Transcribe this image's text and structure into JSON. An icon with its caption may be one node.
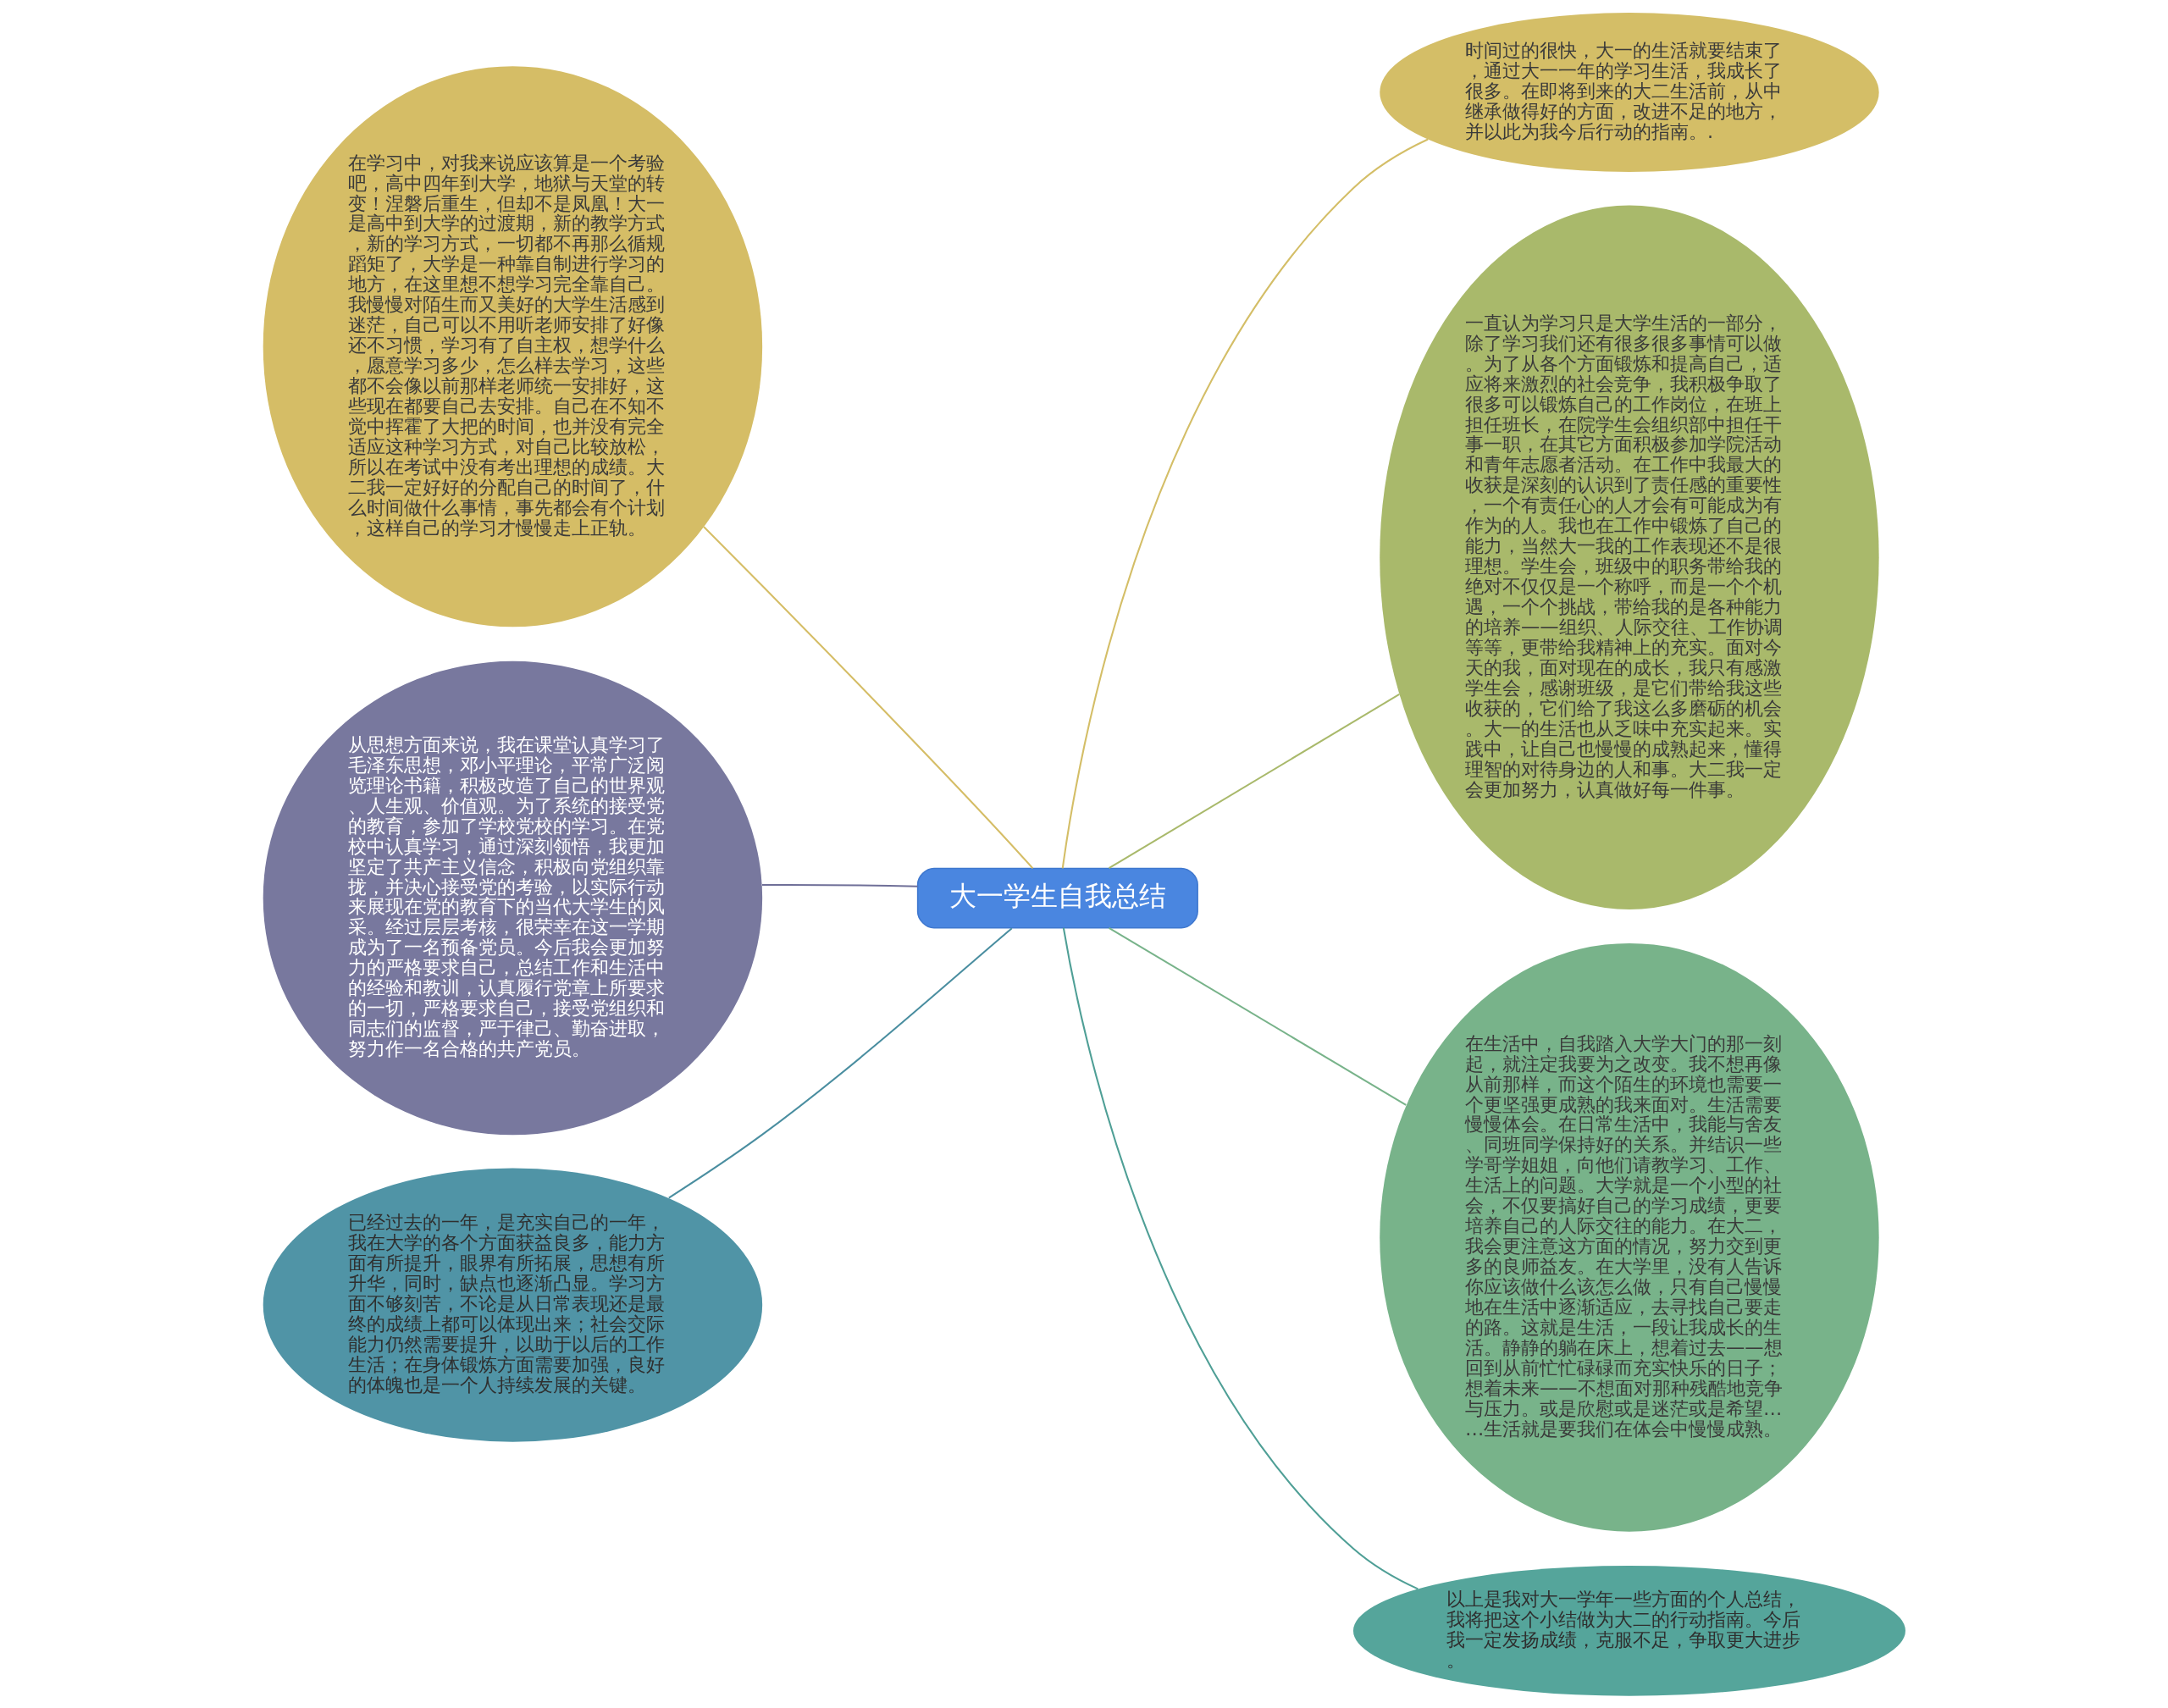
{
  "diagram": {
    "nodes": [
      {
        "text": [
          "大一学生自我总结"
        ]
      },
      {
        "text": [
          "时间过的很快，大一的生活就要结束了，通过大一一年的学习生活，我成长了很多。在即将到来的大二生活前，从中继承做得好的方面，改进不足的地方，并以此为我今后行动的指南。."
        ]
      },
      {
        "text": [
          "一直认为学习只是大学生活的一部分，除了学习我们还有很多很多事情可以做。为了从各个方面锻炼和提高自己，适应将来激烈的社会竞争，我积极争取了很多可以锻炼自己的工作岗位，在班上担任班长，在院学生会组织部中担任干事一职，在其它方面积极参加学院活动和青年志愿者活动。在工作中我最大的收获是深刻的认识到了责任感的重要性，一个有责任心的人才会有可能成为有作为的人。我也在工作中锻炼了自己的能力，当然大一我的工作表现还不是很理想。学生会，班级中的职务带给我的绝对不仅仅是一个称呼，而是一个个机遇，一个个挑战，带给我的是各种能力的培养——组织、人际交往、工作协调等等，更带给我精神上的充实。面对今天的我，面对现在的成长，我只有感激学生会，感谢班级，是它们带给我这些收获的，它们给了我这么多磨砺的机会。大一的生活也从乏味中充实起来。实践中，让自己也慢慢的成熟起来，懂得理智的对待身边的人和事。大二我一定会更加努力，认真做好每一件事。"
        ]
      },
      {
        "text": [
          "在生活中，自我踏入大学大门的那一刻起，就注定我要为之改变。我不想再像从前那样，而这个陌生的环境也需要一个更坚强更成熟的我来面对。生活需要慢慢体会。在日常生活中，我能与舍友、同班同学保持好的关系。并结识一些学哥学姐姐，向他们请教学习、工作、生活上的问题。大学就是一个小型的社会，不仅要搞好自己的学习成绩，更要培养自己的人际交往的能力。在大二，我会更注意这方面的情况，努力交到更多的良师益友。在大学里，没有人告诉你应该做什么该怎么做，只有自己慢慢地在生活中逐渐适应，去寻找自己要走的路。这就是生活，一段让我成长的生活。静静的躺在床上，想着过去——想回到从前忙忙碌碌而充实快乐的日子；想着未来——不想面对那种残酷地竞争与压力。或是欣慰或是迷茫或是希望……生活就是要我们在体会中慢慢成熟。"
        ]
      },
      {
        "text": [
          "以上是我对大一学年一些方面的个人总结，我将把这个小结做为大二的行动指南。今后我一定发扬成绩，克服不足，争取更大进步。"
        ]
      },
      {
        "text": [
          "在学习中，对我来说应该算是一个考验吧，高中四年到大学，地狱与天堂的转变！涅磐后重生，但却不是凤凰！大一是高中到大学的过渡期，新的教学方式，新的学习方式，一切都不再那么循规蹈矩了，大学是一种靠自制进行学习的地方，在这里想不想学习完全靠自己。我慢慢对陌生而又美好的大学生活感到迷茫，自己可以不用听老师安排了好像还不习惯，学习有了自主权，想学什么，愿意学习多少，怎么样去学习，这些都不会像以前那样老师统一安排好，这些现在都要自己去安排。自己在不知不觉中挥霍了大把的时间，也并没有完全适应这种学习方式，对自己比较放松，所以在考试中没有考出理想的成绩。大二我一定好好的分配自己的时间了，什么时间做什么事情，事先都会有个计划，这样自己的学习才慢慢走上正轨。"
        ]
      },
      {
        "text": [
          "从思想方面来说，我在课堂认真学习了毛泽东思想，邓小平理论，平常广泛阅览理论书籍，积极改造了自己的世界观、人生观、价值观。为了系统的接受党的教育，参加了学校党校的学习。在党校中认真学习，通过深刻领悟，我更加坚定了共产主义信念，积极向党组织靠拢，并决心接受党的考验，以实际行动来展现在党的教育下的当代大学生的风采。经过层层考核，很荣幸在这一学期成为了一名预备党员。今后我会更加努力的严格要求自己，总结工作和生活中的经验和教训，认真履行党章上所要求的一切，严格要求自己，接受党组织和同志们的监督，严于律己、勤奋进取，努力作一名合格的共产党员。"
        ]
      },
      {
        "text": [
          "已经过去的一年，是充实自己的一年，我在大学的各个方面获益良多，能力方面有所提升，眼界有所拓展，思想有所升华，同时，缺点也逐渐凸显。学习方面不够刻苦，不论是从日常表现还是最终的成绩上都可以体现出来；社会交际能力仍然需要提升，以助于以后的工作生活；在身体锻炼方面需要加强，良好的体魄也是一个人持续发展的关键。"
        ]
      }
    ],
    "edges": [
      {
        "from": 0,
        "to": 1,
        "arrow": "none",
        "color": "#d4be67"
      },
      {
        "from": 0,
        "to": 2,
        "arrow": "none",
        "color": "#a9b96b"
      },
      {
        "from": 0,
        "to": 3,
        "arrow": "none",
        "color": "#78b38a"
      },
      {
        "from": 0,
        "to": 4,
        "arrow": "none",
        "color": "#4f9f96"
      },
      {
        "from": 0,
        "to": 5,
        "arrow": "none",
        "color": "#d5bd66"
      },
      {
        "from": 0,
        "to": 6,
        "arrow": "none",
        "color": "#6f6f98"
      },
      {
        "from": 0,
        "to": 7,
        "arrow": "none",
        "color": "#4a8ea0"
      }
    ]
  }
}
